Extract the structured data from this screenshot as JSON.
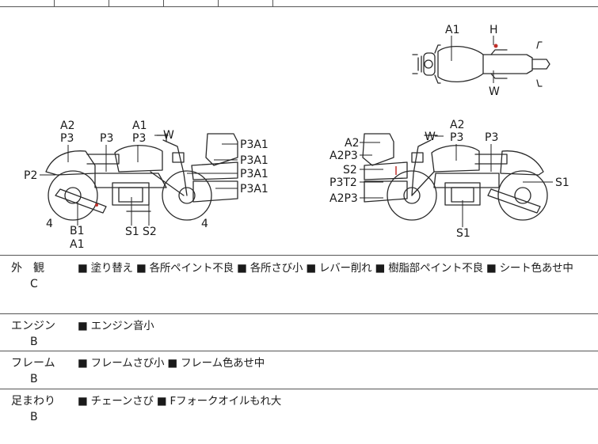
{
  "diagram": {
    "top_view": {
      "a1": "A1",
      "h": "H",
      "w": "W"
    },
    "left_side": {
      "a2": "A2",
      "p3_a": "P3",
      "p3_b": "P3",
      "a1": "A1",
      "p3_c": "P3",
      "w": "W",
      "p2": "P2",
      "four_left": "4",
      "four_right": "4",
      "b1": "B1",
      "a1_bottom": "A1",
      "s1": "S1",
      "s2": "S2",
      "p3a1_1": "P3A1",
      "p3a1_2": "P3A1",
      "p3a1_3": "P3A1",
      "p3a1_4": "P3A1"
    },
    "right_side": {
      "a2_top": "A2",
      "a2p3_top": "A2P3",
      "s2": "S2",
      "p3t2": "P3T2",
      "a2p3_bottom": "A2P3",
      "w": "W",
      "a2": "A2",
      "p3_a": "P3",
      "p3_b": "P3",
      "s1_right": "S1",
      "s1_bottom": "S1"
    }
  },
  "rows": [
    {
      "category": "外　観",
      "grade": "C",
      "text": "■ 塗り替え ■ 各所ペイント不良 ■ 各所さび小 ■ レバー削れ ■ 樹脂部ペイント不良 ■ シート色あせ中"
    },
    {
      "category": "エンジン",
      "grade": "B",
      "text": "■ エンジン音小"
    },
    {
      "category": "フレーム",
      "grade": "B",
      "text": "■ フレームさび小 ■ フレーム色あせ中"
    },
    {
      "category": "足まわり",
      "grade": "B",
      "text": "■ チェーンさび ■ Fフォークオイルもれ大"
    }
  ],
  "colors": {
    "border": "#555555",
    "mark": "#c0302a"
  }
}
